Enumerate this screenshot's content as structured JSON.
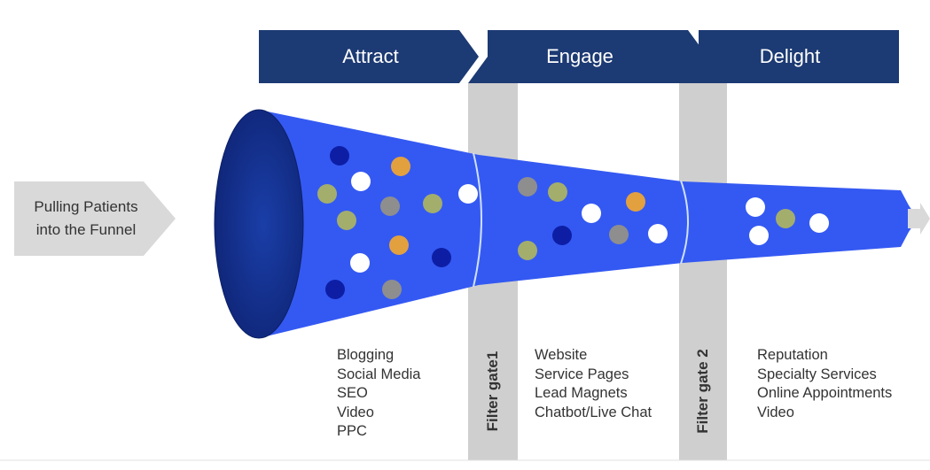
{
  "colors": {
    "header_fill": "#1c3a73",
    "funnel_body": "#3459f2",
    "funnel_mouth": "#1a3a99",
    "gate_fill": "#cfcfcf",
    "arrow_fill": "#d9d9d9",
    "dot_white": "#ffffff",
    "dot_green": "#a3ae6c",
    "dot_gray": "#8e8e8e",
    "dot_orange": "#e3a03f",
    "dot_navy": "#0d1ea5"
  },
  "stages": [
    {
      "label": "Attract"
    },
    {
      "label": "Engage"
    },
    {
      "label": "Delight"
    }
  ],
  "pull_label": {
    "line1": "Pulling Patients",
    "line2": "into the Funnel"
  },
  "gates": [
    {
      "label": "Filter gate1"
    },
    {
      "label": "Filter gate 2"
    }
  ],
  "lists": {
    "attract": [
      "Blogging",
      "Social Media",
      "SEO",
      "Video",
      "PPC"
    ],
    "engage": [
      "Website",
      "Service Pages",
      "Lead Magnets",
      "Chatbot/Live Chat"
    ],
    "delight": [
      "Reputation",
      "Specialty Services",
      "Online Appointments",
      "Video"
    ]
  }
}
